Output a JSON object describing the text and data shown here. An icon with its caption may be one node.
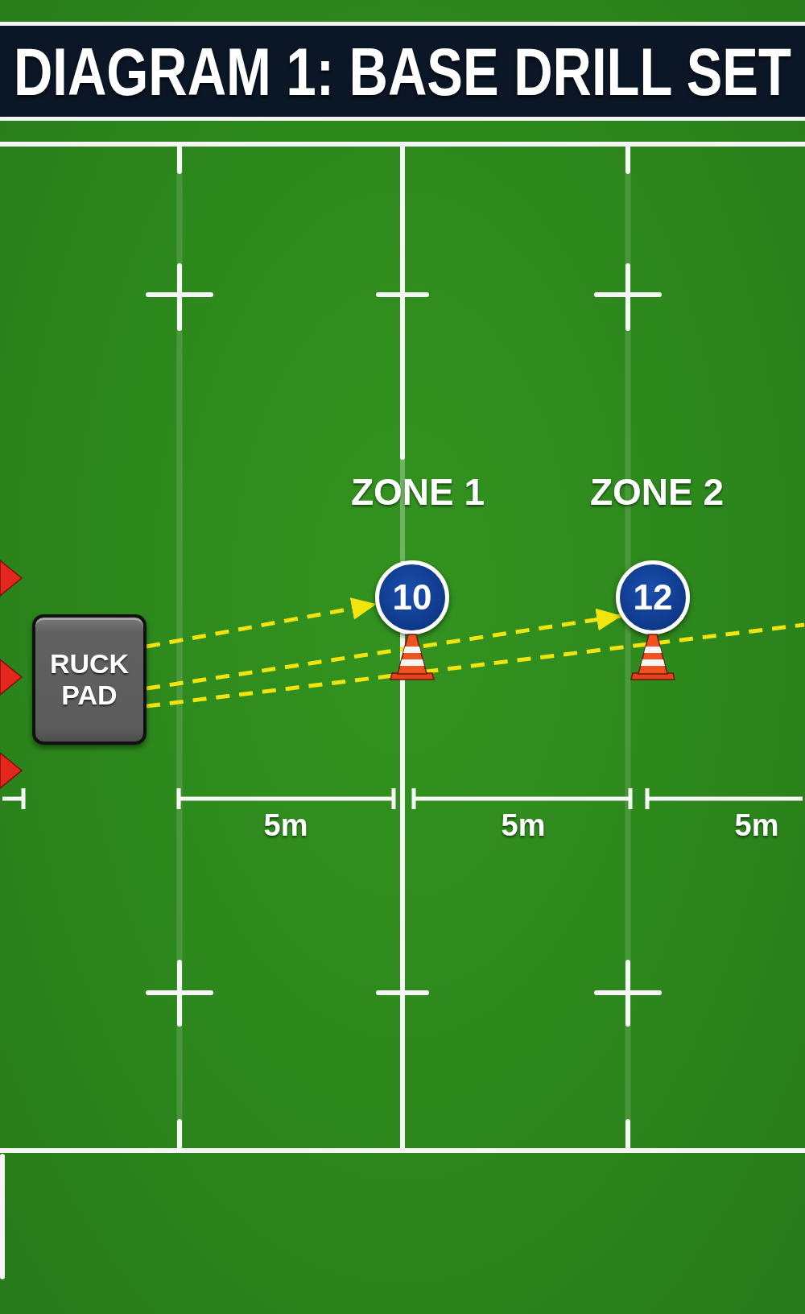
{
  "diagram": {
    "title": "DIAGRAM 1: BASE DRILL SET",
    "nodes": [
      {
        "text": [
          "RUCK PAD"
        ]
      },
      {
        "text": [
          "10"
        ]
      },
      {
        "text": [
          "12"
        ]
      }
    ],
    "edges": [
      {
        "from": 0,
        "to": 1,
        "arrow": "to",
        "style": "dashed"
      },
      {
        "from": 0,
        "to": 2,
        "arrow": "to",
        "style": "dashed"
      },
      {
        "from": 0,
        "to": null,
        "arrow": "none",
        "style": "dashed"
      }
    ],
    "labels": [
      "ZONE 1",
      "ZONE 2",
      "5m",
      "5m",
      "5m"
    ]
  }
}
